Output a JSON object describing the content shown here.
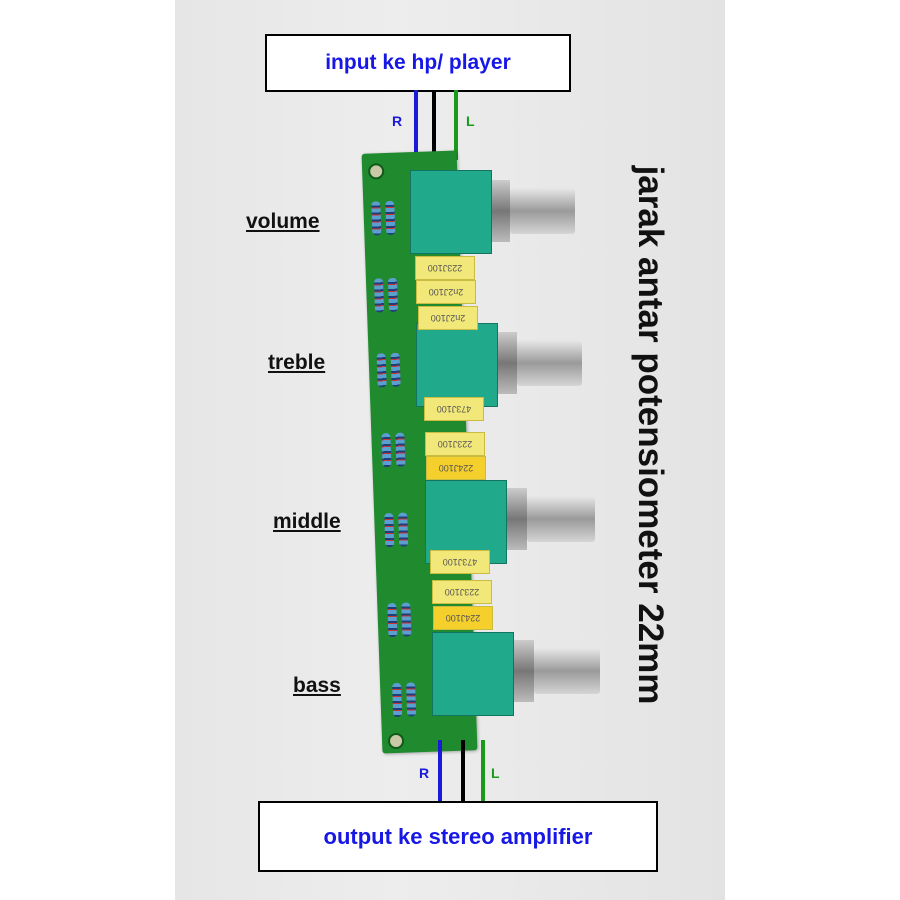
{
  "input_box": {
    "label": "input ke hp/ player"
  },
  "output_box": {
    "label": "output ke stereo amplifier"
  },
  "input_channels": {
    "right": "R",
    "left": "L"
  },
  "output_channels": {
    "right": "R",
    "left": "L"
  },
  "controls": [
    {
      "label": "volume"
    },
    {
      "label": "treble"
    },
    {
      "label": "middle"
    },
    {
      "label": "bass"
    }
  ],
  "spacing_note": "jarak antar potensiometer 22mm",
  "capacitors": [
    "223J100",
    "2n2J100",
    "2n2J100",
    "473J100",
    "223J100",
    "224J100",
    "473J100",
    "223J100",
    "224J100"
  ],
  "colors": {
    "text_blue": "#1717e6",
    "wire_blue": "#1a1ad9",
    "wire_green": "#1a9a1a",
    "pcb_green": "#1f8a2e",
    "pot_teal": "#21a98c"
  }
}
